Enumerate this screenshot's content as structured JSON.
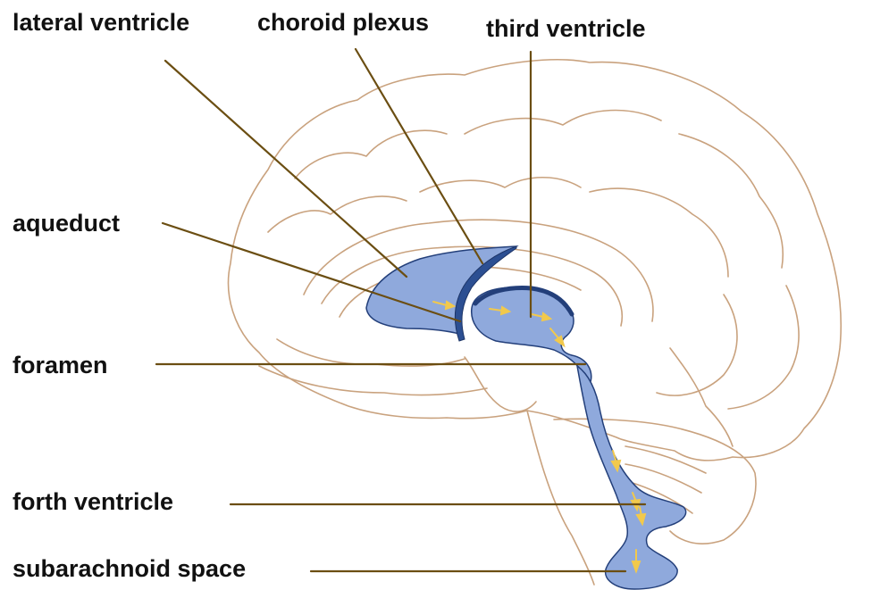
{
  "labels": {
    "lateral_ventricle": "lateral ventricle",
    "choroid_plexus": "choroid plexus",
    "third_ventricle": "third ventricle",
    "aqueduct": "aqueduct",
    "foramen": "foramen",
    "forth_ventricle": "forth ventricle",
    "subarachnoid_space": "subarachnoid space"
  },
  "colors": {
    "brain_outline": "#c9a27e",
    "ventricle_fill": "#8fa9dc",
    "ventricle_edge": "#233f7a",
    "choroid_plexus": "#2c4f92",
    "leader_line": "#6b4e12",
    "flow_arrow": "#f2c94c"
  },
  "icons": {
    "flow_arrow": "arrow-icon"
  }
}
